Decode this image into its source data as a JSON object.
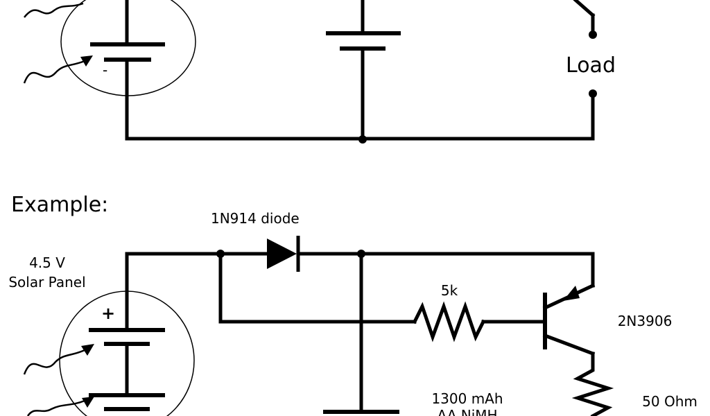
{
  "top_circuit": {
    "minus_sign": "-",
    "load_label": "Load"
  },
  "example_heading": "Example:",
  "example_circuit": {
    "diode_label": "1N914 diode",
    "panel_voltage": "4.5 V",
    "panel_label": "Solar Panel",
    "plus_sign": "+",
    "resistor_label": "5k",
    "transistor_label": "2N3906",
    "battery_line1": "1300 mAh",
    "battery_line2": "AA NiMH",
    "load_resistor_label": "50 Ohm"
  }
}
